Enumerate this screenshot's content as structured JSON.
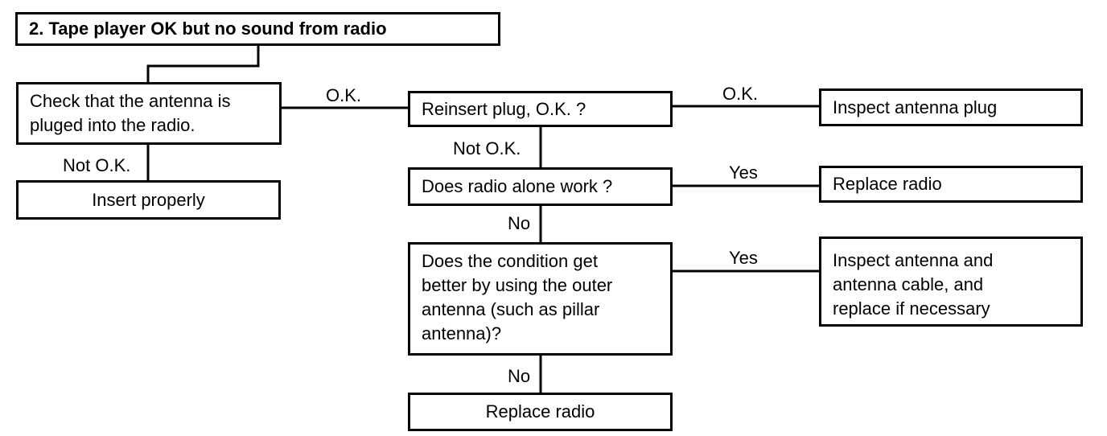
{
  "title": "2. Tape player OK but no sound from radio",
  "boxes": {
    "check_antenna": "Check that the antenna is\npluged into the radio.",
    "insert_properly": "Insert properly",
    "reinsert_plug": "Reinsert plug, O.K. ?",
    "inspect_plug": "Inspect antenna plug",
    "radio_alone": "Does radio alone work ?",
    "replace_radio_1": "Replace radio",
    "outer_antenna": "Does the condition get\nbetter by using the outer\nantenna (such as pillar\nantenna)?",
    "inspect_cable": "Inspect antenna and\nantenna cable, and\nreplace if necessary",
    "replace_radio_2": "Replace radio"
  },
  "labels": {
    "ok_1": "O.K.",
    "ok_2": "O.K.",
    "not_ok_1": "Not O.K.",
    "not_ok_2": "Not O.K.",
    "yes_1": "Yes",
    "yes_2": "Yes",
    "no_1": "No",
    "no_2": "No"
  }
}
